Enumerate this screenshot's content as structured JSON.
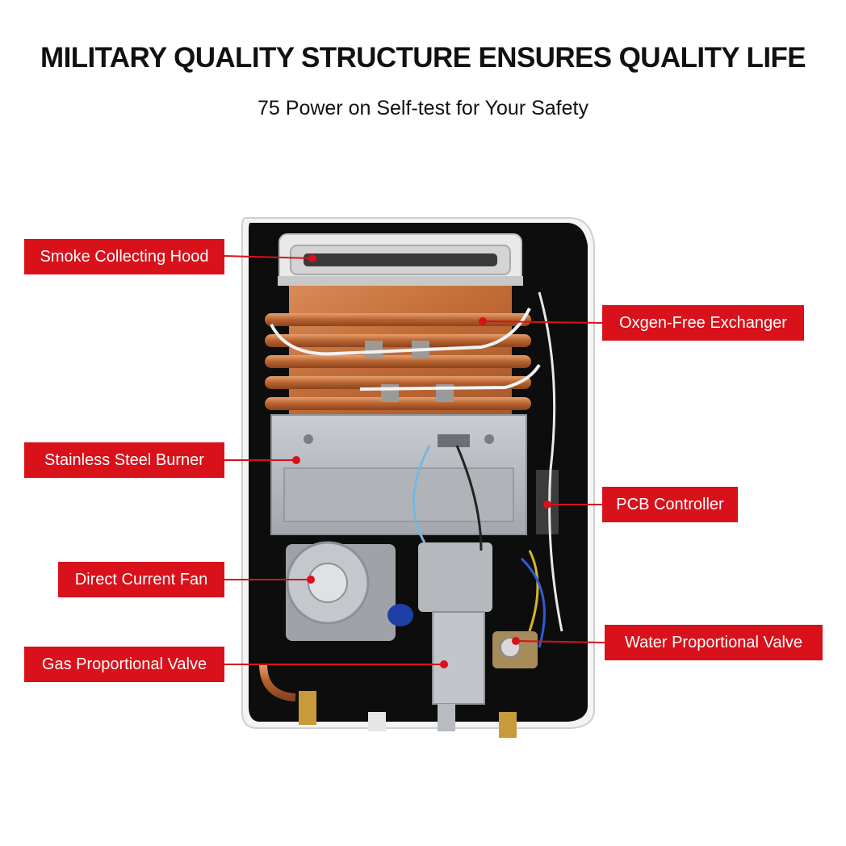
{
  "header": {
    "title": "MILITARY QUALITY STRUCTURE ENSURES QUALITY LIFE",
    "subtitle": "75 Power on Self-test for Your Safety"
  },
  "labels": {
    "smoke_hood": "Smoke Collecting Hood",
    "exchanger": "Oxgen-Free Exchanger",
    "burner": "Stainless Steel Burner",
    "pcb": "PCB Controller",
    "fan": "Direct Current Fan",
    "water_valve": "Water Proportional Valve",
    "gas_valve": "Gas Proportional Valve"
  },
  "colors": {
    "label_bg": "#d8111b",
    "label_text": "#ffffff",
    "copper": "#c8743f",
    "steel": "#b9bcc0",
    "housing": "#0d0d0d"
  }
}
